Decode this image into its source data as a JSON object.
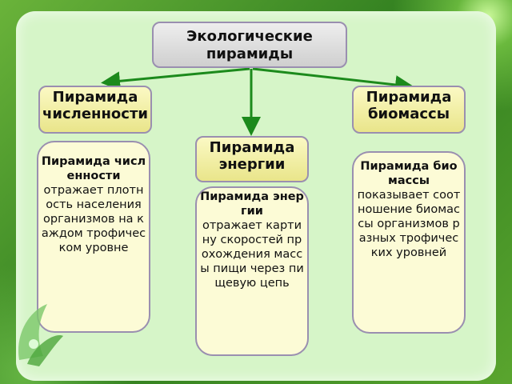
{
  "title": "Экологические пирамиды",
  "headers": {
    "left": "Пирамида численности",
    "center": "Пирамида энергии",
    "right": "Пирамида биомассы"
  },
  "cards": {
    "left": {
      "bold": "Пирамида численности",
      "text": "отражает плотность населения организмов на каждом трофическом уровне"
    },
    "center": {
      "bold": "Пирамида энергии",
      "text": "отражает картину скоростей прохождения массы пищи через пищевую цепь"
    },
    "right": {
      "bold": "Пирамида биомассы",
      "text": "показывает соотношение биомассы организмов разных трофических уровней"
    }
  },
  "colors": {
    "arrow": "#1c8a1c",
    "header_fill": "#f4f1a8",
    "card_fill": "#fcfbd6",
    "title_fill": "#e0e0e0"
  }
}
